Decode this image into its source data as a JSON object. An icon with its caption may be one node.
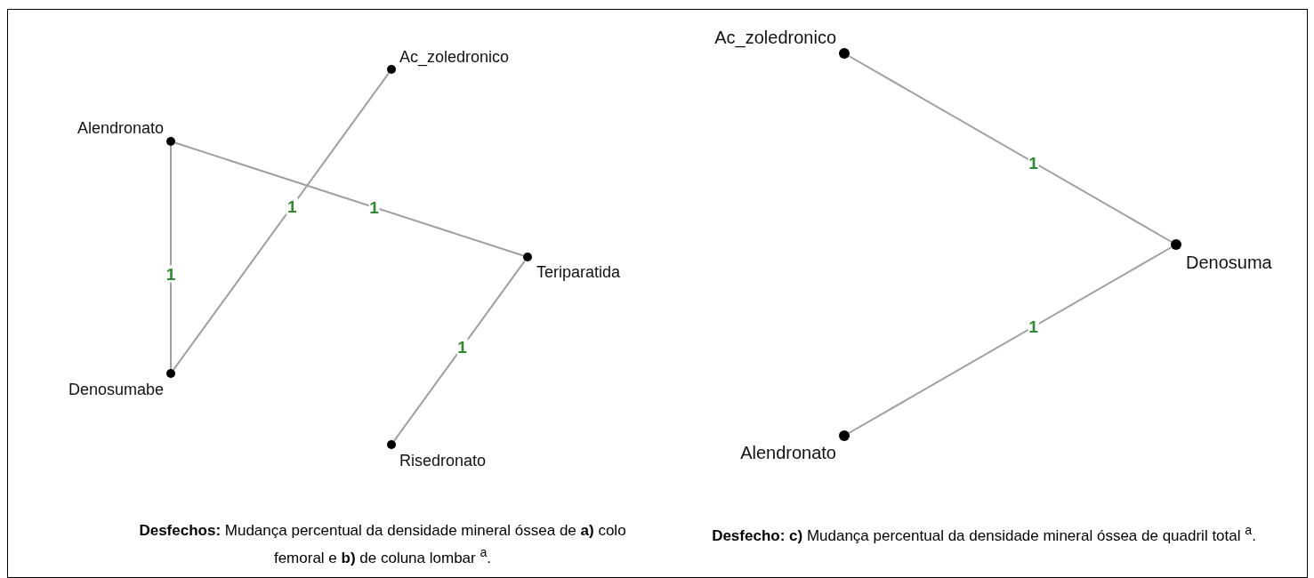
{
  "diagram": {
    "nodes": [
      {
        "text": [],
        "shape": "circle",
        "beside": [
          "Ac_zoledronico"
        ]
      },
      {
        "text": [],
        "shape": "circle",
        "beside": [
          "Alendronato"
        ]
      },
      {
        "text": [],
        "shape": "circle",
        "beside": [
          "Teriparatida"
        ]
      },
      {
        "text": [],
        "shape": "circle",
        "beside": [
          "Denosumabe"
        ]
      },
      {
        "text": [],
        "shape": "circle",
        "beside": [
          "Risedronato"
        ]
      },
      {
        "text": [],
        "shape": "circle",
        "beside": [
          "Ac_zoledronico"
        ]
      },
      {
        "text": [],
        "shape": "circle",
        "beside": [
          "Denosuma"
        ]
      },
      {
        "text": [],
        "shape": "circle",
        "beside": [
          "Alendronato"
        ]
      }
    ],
    "edges": [
      {
        "from": 1,
        "to": 3,
        "arrow": "none",
        "label": "1"
      },
      {
        "from": 0,
        "to": 3,
        "arrow": "none",
        "label": "1"
      },
      {
        "from": 1,
        "to": 2,
        "arrow": "none",
        "label": "1"
      },
      {
        "from": 2,
        "to": 4,
        "arrow": "none",
        "label": "1"
      },
      {
        "from": 5,
        "to": 6,
        "arrow": "none",
        "label": "1"
      },
      {
        "from": 7,
        "to": 6,
        "arrow": "none",
        "label": "1"
      }
    ],
    "labels": [
      "**Desfechos:** Mudança percentual da densidade mineral óssea de **a)** colo femoral e **b)** de coluna lombar $^{a}$.",
      "**Desfecho: c)** Mudança percentual da densidade mineral óssea de quadril total $^{a}$."
    ]
  }
}
